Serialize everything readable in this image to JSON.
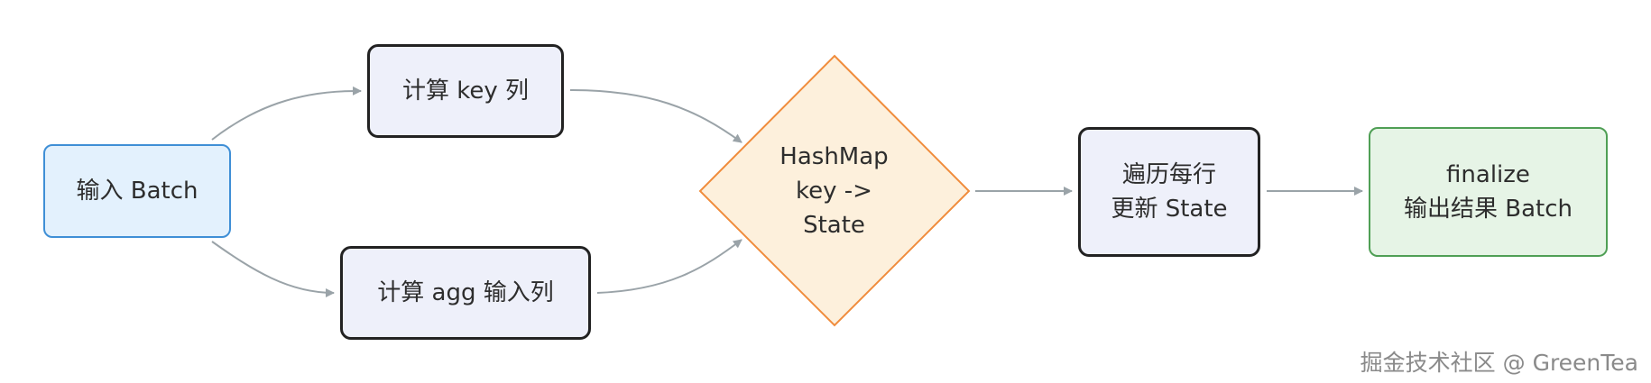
{
  "nodes": {
    "input": {
      "label": "输入 Batch"
    },
    "key": {
      "label": "计算 key 列"
    },
    "agg": {
      "label": "计算 agg 输入列"
    },
    "hashmap": {
      "lines": [
        "HashMap",
        "key ->",
        "State"
      ]
    },
    "iterate": {
      "lines": [
        "遍历每行",
        "更新 State"
      ]
    },
    "finalize": {
      "lines": [
        "finalize",
        "输出结果 Batch"
      ]
    }
  },
  "edges": [
    {
      "from": "input",
      "to": "key"
    },
    {
      "from": "input",
      "to": "agg"
    },
    {
      "from": "key",
      "to": "hashmap"
    },
    {
      "from": "agg",
      "to": "hashmap"
    },
    {
      "from": "hashmap",
      "to": "iterate"
    },
    {
      "from": "iterate",
      "to": "finalize"
    }
  ],
  "colors": {
    "input_fill": "#e3f1fd",
    "input_border": "#3f8fd6",
    "process_fill": "#eef0fa",
    "process_border": "#222222",
    "decision_fill": "#fdf0dc",
    "decision_border": "#f08c3c",
    "output_fill": "#e6f4e6",
    "output_border": "#4f9f55",
    "edge": "#9aa3a8"
  },
  "watermark": "掘金技术社区 @ GreenTea"
}
